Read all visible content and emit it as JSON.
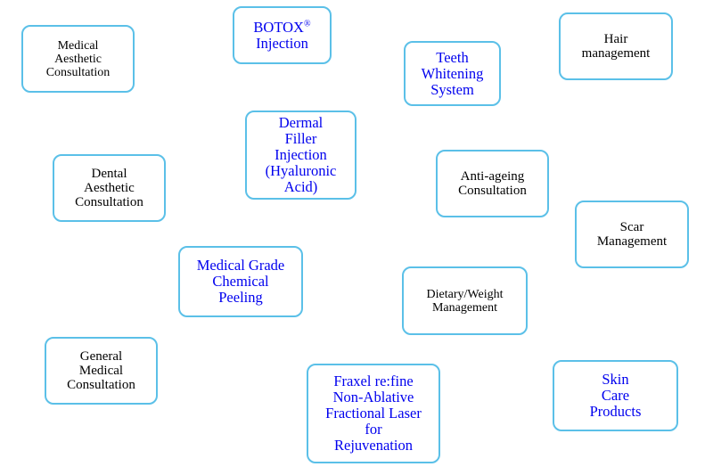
{
  "services": {
    "medical_aesthetic_consultation": "Medical\nAesthetic\nConsultation",
    "botox_injection_main": "BOTOX",
    "botox_injection_mark": "®",
    "botox_injection_sub": "Injection",
    "teeth_whitening_system": "Teeth\nWhitening\nSystem",
    "hair_management": "Hair\nmanagement",
    "dermal_filler_injection": "Dermal\nFiller\nInjection\n(Hyaluronic\nAcid)",
    "dental_aesthetic_consultation": "Dental\nAesthetic\nConsultation",
    "anti_ageing_consultation": "Anti-ageing\nConsultation",
    "scar_management": "Scar\nManagement",
    "medical_grade_chemical_peeling": "Medical Grade\nChemical\nPeeling",
    "dietary_weight_management": "Dietary/Weight\nManagement",
    "general_medical_consultation": "General\nMedical\nConsultation",
    "fraxel_refine": "Fraxel re:fine\nNon-Ablative\nFractional Laser\nfor\nRejuvenation",
    "skin_care_products": "Skin\nCare\nProducts"
  },
  "colors": {
    "border": "#5bc0e8",
    "link_text": "#0000ee",
    "plain_text": "#000000"
  }
}
